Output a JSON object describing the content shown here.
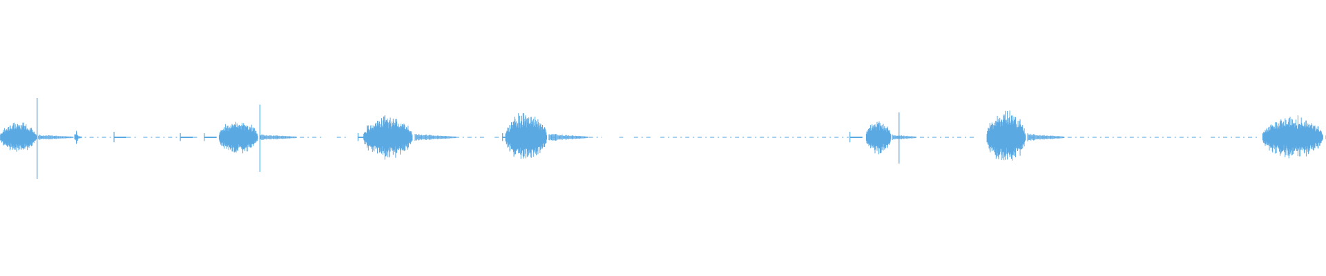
{
  "waveform": {
    "color": "#5aa9e3",
    "background": "#ffffff",
    "duration_s": 100,
    "bursts": [
      {
        "start": 0.0,
        "end": 2.9,
        "amplitude": 0.12,
        "spike": {
          "at": 2.8,
          "amplitude": 0.3
        }
      },
      {
        "start": 5.6,
        "end": 5.9,
        "amplitude": 0.05
      },
      {
        "start": 16.5,
        "end": 19.6,
        "amplitude": 0.14,
        "spike": {
          "at": 19.6,
          "amplitude": 0.25
        }
      },
      {
        "start": 27.4,
        "end": 31.3,
        "amplitude": 0.17
      },
      {
        "start": 38.1,
        "end": 41.4,
        "amplitude": 0.19
      },
      {
        "start": 65.3,
        "end": 67.3,
        "amplitude": 0.13,
        "spike": {
          "at": 67.8,
          "amplitude": 0.19
        }
      },
      {
        "start": 74.4,
        "end": 77.5,
        "amplitude": 0.21
      },
      {
        "start": 95.2,
        "end": 100.0,
        "amplitude": 0.17
      }
    ],
    "clicks": [
      {
        "at": 8.6,
        "amplitude": 0.04
      },
      {
        "at": 13.6,
        "amplitude": 0.03
      },
      {
        "at": 15.4,
        "amplitude": 0.03
      },
      {
        "at": 27.0,
        "amplitude": 0.03
      },
      {
        "at": 37.9,
        "amplitude": 0.03
      },
      {
        "at": 64.1,
        "amplitude": 0.04
      }
    ],
    "quiet_segments": [
      [
        3.0,
        10.5
      ],
      [
        10.8,
        15.0
      ],
      [
        19.8,
        24.4
      ],
      [
        25.4,
        26.2
      ],
      [
        31.5,
        36.6
      ],
      [
        37.3,
        38.0
      ],
      [
        41.6,
        45.4
      ],
      [
        46.7,
        47.0
      ],
      [
        47.8,
        49.2
      ],
      [
        49.8,
        64.0
      ],
      [
        67.5,
        73.6
      ],
      [
        77.7,
        90.6
      ],
      [
        91.3,
        95.0
      ]
    ]
  }
}
